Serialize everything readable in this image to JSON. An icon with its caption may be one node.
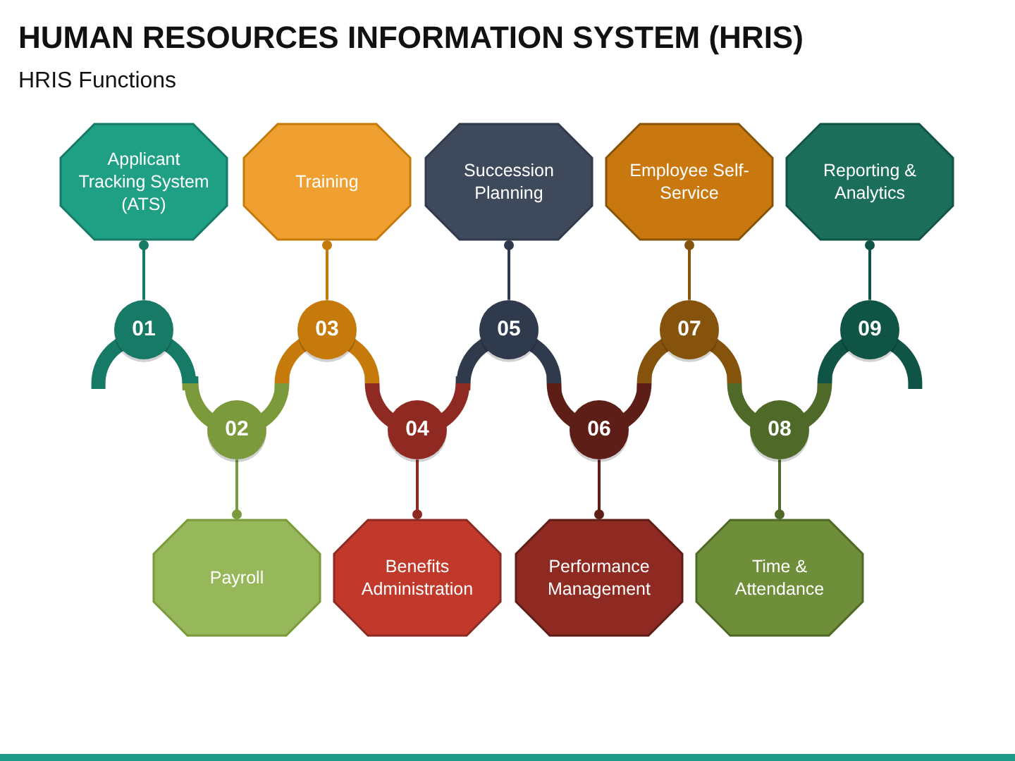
{
  "diagram": {
    "title": "HUMAN RESOURCES INFORMATION SYSTEM (HRIS)",
    "nodes": [
      {
        "text": [
          "Applicant Tracking System (ATS)"
        ]
      },
      {
        "text": [
          "Training"
        ]
      },
      {
        "text": [
          "Succession Planning"
        ]
      },
      {
        "text": [
          "Employee Self-Service"
        ]
      },
      {
        "text": [
          "Reporting & Analytics"
        ]
      },
      {
        "text": [
          "01"
        ]
      },
      {
        "text": [
          "02"
        ]
      },
      {
        "text": [
          "03"
        ]
      },
      {
        "text": [
          "04"
        ]
      },
      {
        "text": [
          "05"
        ]
      },
      {
        "text": [
          "06"
        ]
      },
      {
        "text": [
          "07"
        ]
      },
      {
        "text": [
          "08"
        ]
      },
      {
        "text": [
          "09"
        ]
      },
      {
        "text": [
          "Payroll"
        ]
      },
      {
        "text": [
          "Benefits Administration"
        ]
      },
      {
        "text": [
          "Performance Management"
        ]
      },
      {
        "text": [
          "Time & Attendance"
        ]
      }
    ],
    "edges": [
      {
        "from": null,
        "to": 5,
        "arrow": "none",
        "style": "thick"
      },
      {
        "from": 5,
        "to": 6,
        "arrow": "none",
        "style": "thick"
      },
      {
        "from": 6,
        "to": 7,
        "arrow": "none",
        "style": "thick"
      },
      {
        "from": 7,
        "to": 8,
        "arrow": "none",
        "style": "thick"
      },
      {
        "from": 8,
        "to": 9,
        "arrow": "none",
        "style": "thick"
      },
      {
        "from": 9,
        "to": 10,
        "arrow": "none",
        "style": "thick"
      },
      {
        "from": 10,
        "to": 11,
        "arrow": "none",
        "style": "thick"
      },
      {
        "from": 11,
        "to": 12,
        "arrow": "none",
        "style": "thick"
      },
      {
        "from": 12,
        "to": 13,
        "arrow": "none",
        "style": "thick"
      },
      {
        "from": 13,
        "to": null,
        "arrow": "none",
        "style": "thick"
      },
      {
        "from": 5,
        "to": 0,
        "arrow": "other",
        "color": "#167a66"
      },
      {
        "from": 6,
        "to": 14,
        "arrow": "other",
        "color": "#7a9a3c"
      },
      {
        "from": 7,
        "to": 1,
        "arrow": "other",
        "color": "#c67a0c"
      },
      {
        "from": 8,
        "to": 15,
        "arrow": "other",
        "color": "#8e2a22"
      },
      {
        "from": 9,
        "to": 2,
        "arrow": "other",
        "color": "#2f3b4d"
      },
      {
        "from": 10,
        "to": 16,
        "arrow": "other",
        "color": "#5e1e18"
      },
      {
        "from": 11,
        "to": 3,
        "arrow": "other",
        "color": "#85530b"
      },
      {
        "from": 12,
        "to": 17,
        "arrow": "other",
        "color": "#4f6a28"
      },
      {
        "from": 13,
        "to": 4,
        "arrow": "other",
        "color": "#0f5444"
      }
    ],
    "labels": [
      "HRIS Functions"
    ]
  }
}
